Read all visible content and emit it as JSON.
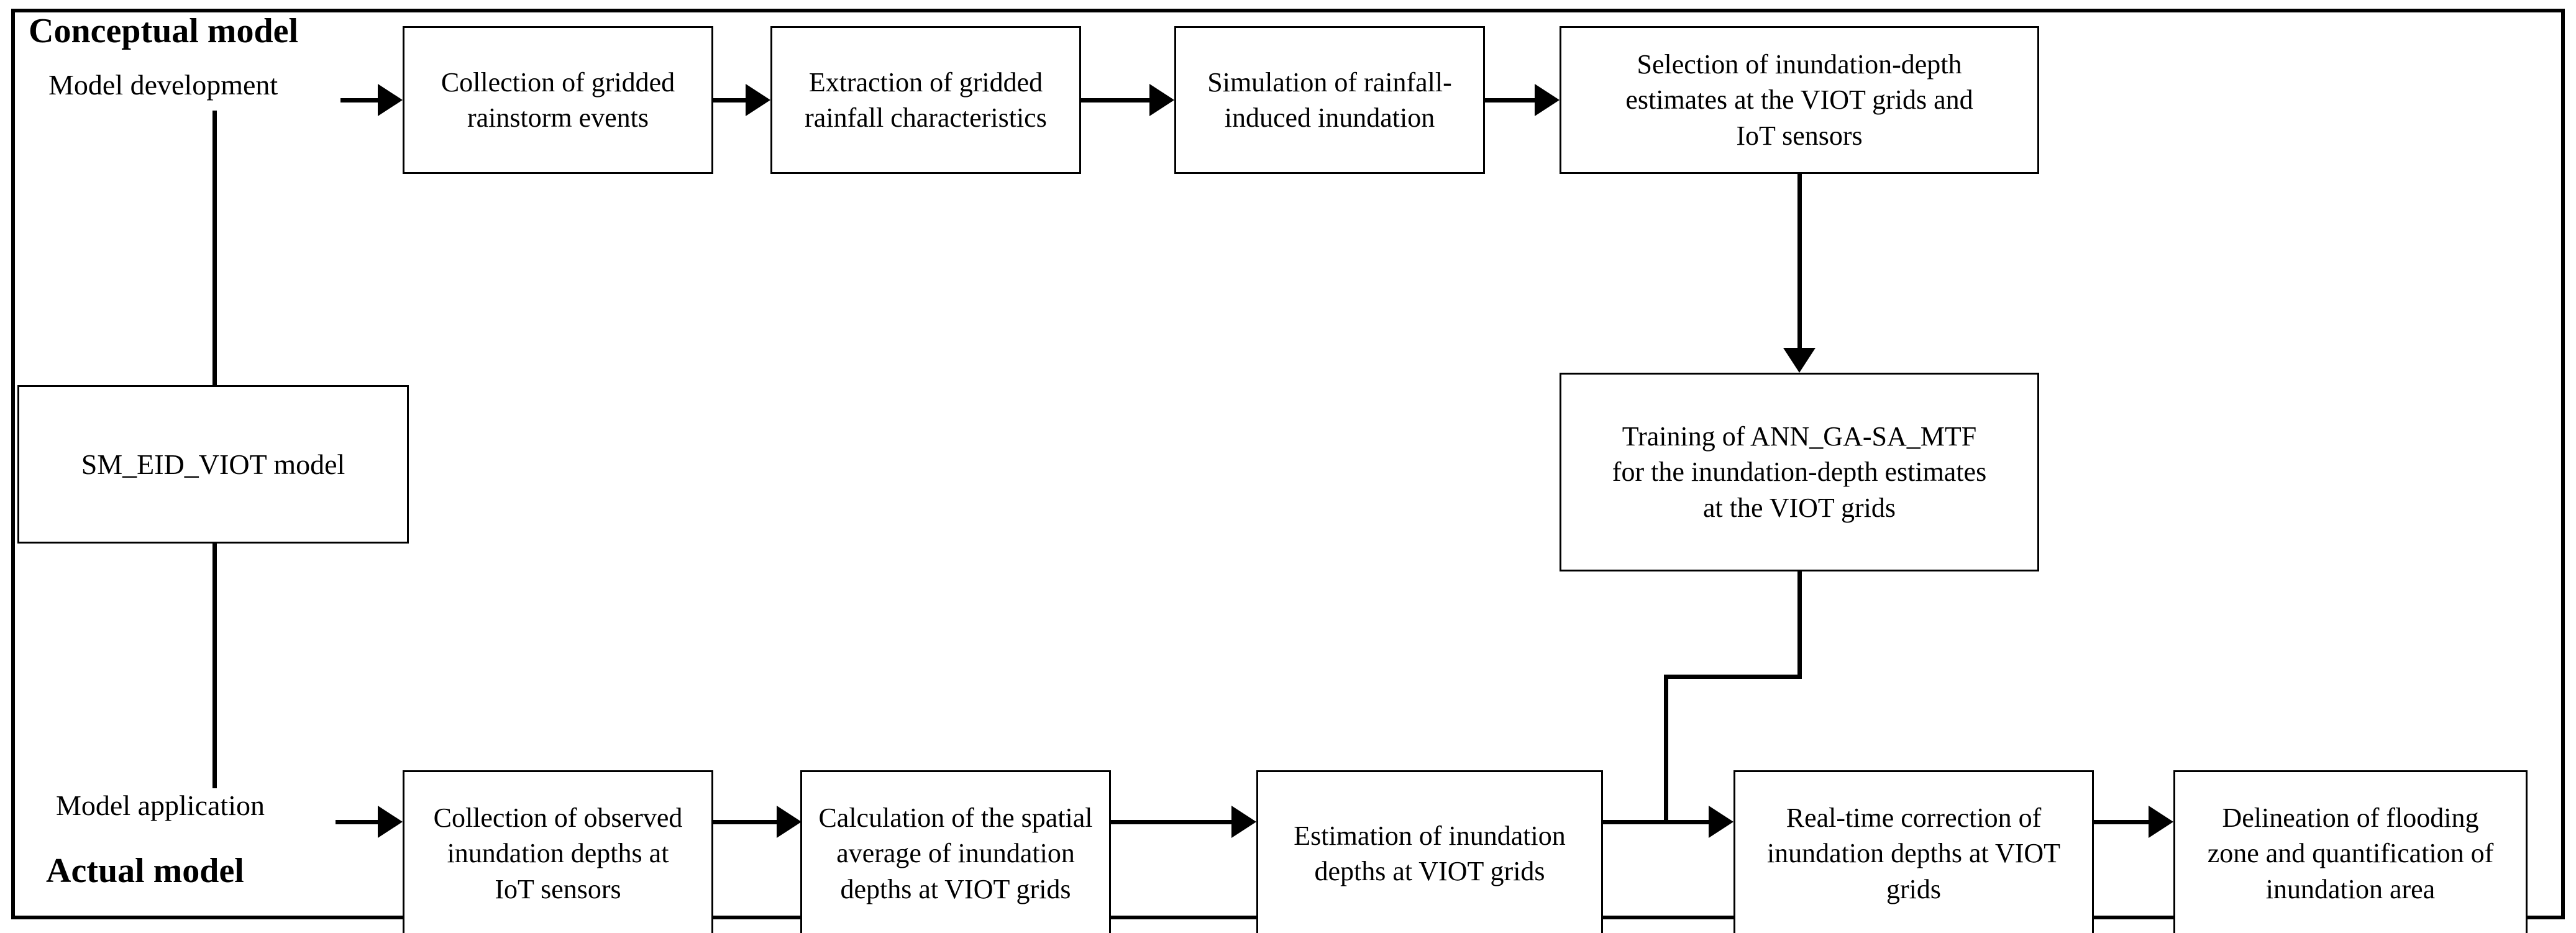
{
  "diagram": {
    "title_conceptual": "Conceptual model",
    "title_actual": "Actual model",
    "label_model_development": "Model development",
    "label_model_application": "Model application",
    "colors": {
      "line": "#000000",
      "box_border": "#000000",
      "background": "#ffffff",
      "text": "#000000"
    },
    "model_box": {
      "label": "SM_EID_VIOT model"
    },
    "top_row": [
      {
        "id": "collection-gridded-rainstorm",
        "label": "Collection of gridded\nrainstorm events"
      },
      {
        "id": "extraction-rainfall-characteristics",
        "label": "Extraction of gridded\nrainfall characteristics"
      },
      {
        "id": "simulation-rainfall-inundation",
        "label": "Simulation of rainfall-\ninduced inundation"
      },
      {
        "id": "selection-inundation-depth-estimates",
        "label": "Selection  of inundation-depth\nestimates at the VIOT grids and\nIoT sensors"
      }
    ],
    "middle_row": [
      {
        "id": "training-ann-ga-sa-mtf",
        "label": "Training of ANN_GA-SA_MTF\nfor the inundation-depth  estimates\nat the VIOT grids"
      }
    ],
    "bottom_row": [
      {
        "id": "collection-observed-depths",
        "label": "Collection of observed\ninundation depths at\nIoT sensors"
      },
      {
        "id": "calculation-spatial-average",
        "label": "Calculation of the spatial\naverage of inundation\ndepths at VIOT grids"
      },
      {
        "id": "estimation-inundation-depths",
        "label": "Estimation of inundation\ndepths at VIOT grids"
      },
      {
        "id": "realtime-correction",
        "label": "Real-time correction of\ninundation depths at VIOT\ngrids"
      },
      {
        "id": "delineation-flooding-zone",
        "label": "Delineation of flooding\nzone and quantification of\ninundation area"
      }
    ],
    "icons": {
      "arrow_right": "arrow-right-icon",
      "arrow_down": "arrow-down-icon"
    }
  }
}
